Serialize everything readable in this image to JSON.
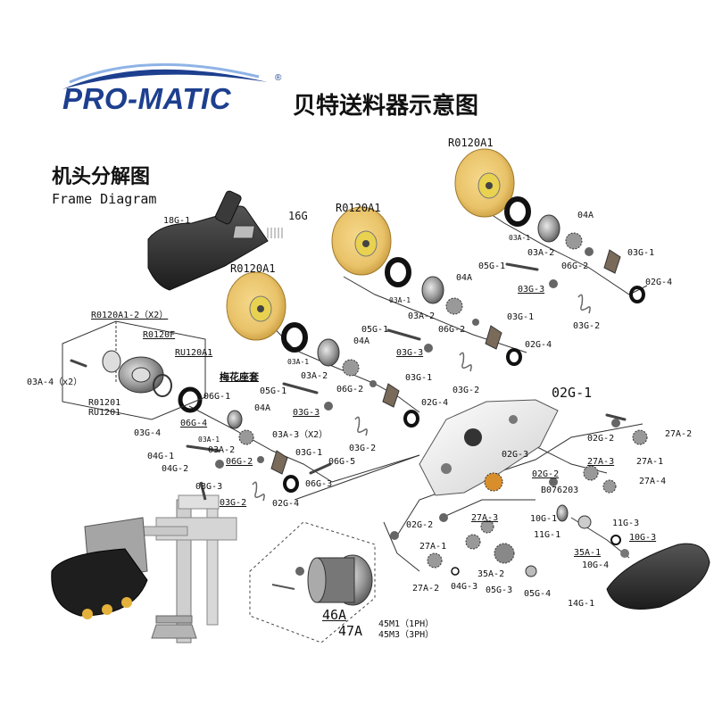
{
  "brand": {
    "logo": "PRO-MATIC",
    "registered": "®"
  },
  "header": {
    "title": "贝特送料器示意图"
  },
  "section": {
    "title_cn": "机头分解图",
    "title_en": "Frame Diagram"
  },
  "labels": {
    "l_18g1": "18G-1",
    "l_16g": "16G",
    "l_r120_top": "R0120A1",
    "l_r120_mid": "R0120A1",
    "l_r120_left": "R0120A1",
    "l_04a_a": "04A",
    "l_03a1_a": "03A-1",
    "l_03a2_a": "03A-2",
    "l_06g2_a": "06G-2",
    "l_03g1_a": "03G-1",
    "l_02g4_a": "02G-4",
    "l_05g1_a": "05G-1",
    "l_03g3_a": "03G-3",
    "l_03g2_a": "03G-2",
    "l_04a_b": "04A",
    "l_03a1_b": "03A-1",
    "l_03a2_b": "03A-2",
    "l_06g2_b": "06G-2",
    "l_03g1_b": "03G-1",
    "l_05g1_b": "05G-1",
    "l_02g4_b": "02G-4",
    "l_03g3_b": "03G-3",
    "l_03g2_b": "03G-2",
    "l_04a_c": "04A",
    "l_03a1_c": "03A-1",
    "l_03a2_c": "03A-2",
    "l_06g2_c": "06G-2",
    "l_03g1_c": "03G-1",
    "l_05g1_c": "05G-1",
    "l_02g4_c": "02G-4",
    "l_03g3_c": "03G-3",
    "l_03g2_c": "03G-2",
    "l_r120a12": "R0120A1-2（X2）",
    "l_r120f": "R0120F",
    "l_ru120a1": "RU120A1",
    "l_03a4": "03A-4（x2）",
    "l_r01201": "R01201",
    "l_ru1201": "RU1201",
    "l_meihua": "梅花座套",
    "l_06g1": "06G-1",
    "l_06g4": "06G-4",
    "l_03a1_d": "03A-1",
    "l_04a_d": "04A",
    "l_03a3": "03A-3（X2）",
    "l_03g4": "03G-4",
    "l_04g1": "04G-1",
    "l_04g2": "04G-2",
    "l_03a2_d": "03A-2",
    "l_06g2_d": "06G-2",
    "l_03g1_d": "03G-1",
    "l_06g5": "06G-5",
    "l_06g3": "06G-3",
    "l_03g3_d": "03G-3",
    "l_03g2_d": "03G-2",
    "l_02g4_d": "02G-4",
    "l_02g1": "02G-1",
    "l_02g2_a": "02G-2",
    "l_27a2_a": "27A-2",
    "l_27a1_a": "27A-1",
    "l_02g3": "02G-3",
    "l_02g2_b": "02G-2",
    "l_27a3_a": "27A-3",
    "l_27a4": "27A-4",
    "l_b076203": "B076203",
    "l_10g1": "10G-1",
    "l_11g1": "11G-1",
    "l_11g3": "11G-3",
    "l_10g3": "10G-3",
    "l_35a1": "35A-1",
    "l_10g4": "10G-4",
    "l_02g2_c": "02G-2",
    "l_27a3_b": "27A-3",
    "l_27a1_b": "27A-1",
    "l_27a2_b": "27A-2",
    "l_04g3": "04G-3",
    "l_35a2": "35A-2",
    "l_05g3": "05G-3",
    "l_05g4": "05G-4",
    "l_14g1": "14G-1",
    "l_46a": "46A",
    "l_47a": "47A",
    "l_45m1": "45M1（1PH）",
    "l_45m3": "45M3（3PH）"
  },
  "colors": {
    "brand_blue": "#1d3f8f",
    "roller_yellow": "#e9c36a",
    "cover_dark": "#2b2b2b",
    "part_grey": "#8a8a8a"
  }
}
